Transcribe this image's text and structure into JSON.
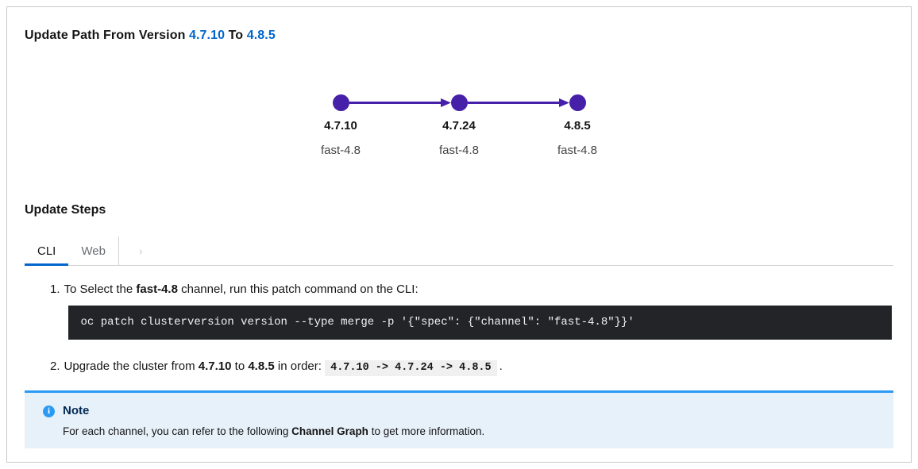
{
  "title": {
    "prefix": "Update Path From Version ",
    "from_version": "4.7.10",
    "connector": " To ",
    "to_version": "4.8.5"
  },
  "graph": {
    "node_color": "#4620a8",
    "edge_color": "#4620a8",
    "nodes": [
      {
        "version": "4.7.10",
        "channel": "fast-4.8"
      },
      {
        "version": "4.7.24",
        "channel": "fast-4.8"
      },
      {
        "version": "4.8.5",
        "channel": "fast-4.8"
      }
    ]
  },
  "steps": {
    "heading": "Update Steps",
    "tabs": [
      {
        "label": "CLI"
      },
      {
        "label": "Web"
      }
    ],
    "scroll_right_icon": "›",
    "active_tab_color": "#0066cc"
  },
  "instructions": [
    {
      "number": "1.",
      "text_pre": "To Select the ",
      "text_bold": "fast-4.8",
      "text_post": " channel, run this patch command on the CLI:",
      "command": "oc patch clusterversion version --type merge -p '{\"spec\": {\"channel\": \"fast-4.8\"}}'"
    },
    {
      "number": "2.",
      "text_pre": "Upgrade the cluster from ",
      "bold_from": "4.7.10",
      "text_mid": " to ",
      "bold_to": "4.8.5",
      "text_order": " in order: ",
      "order_code": "4.7.10 -> 4.7.24 -> 4.8.5",
      "text_end": "."
    }
  ],
  "note": {
    "title": "Note",
    "info_icon_glyph": "i",
    "accent_color": "#2b9af3",
    "body_pre": "For each channel, you can refer to the following ",
    "body_bold": "Channel Graph",
    "body_post": " to get more information."
  },
  "colors": {
    "link_blue": "#0066cc",
    "graph_purple": "#4620a8",
    "code_block_bg": "#232428",
    "note_bg": "#e7f1fa",
    "note_accent": "#2b9af3",
    "card_border": "#c9c9c9"
  }
}
